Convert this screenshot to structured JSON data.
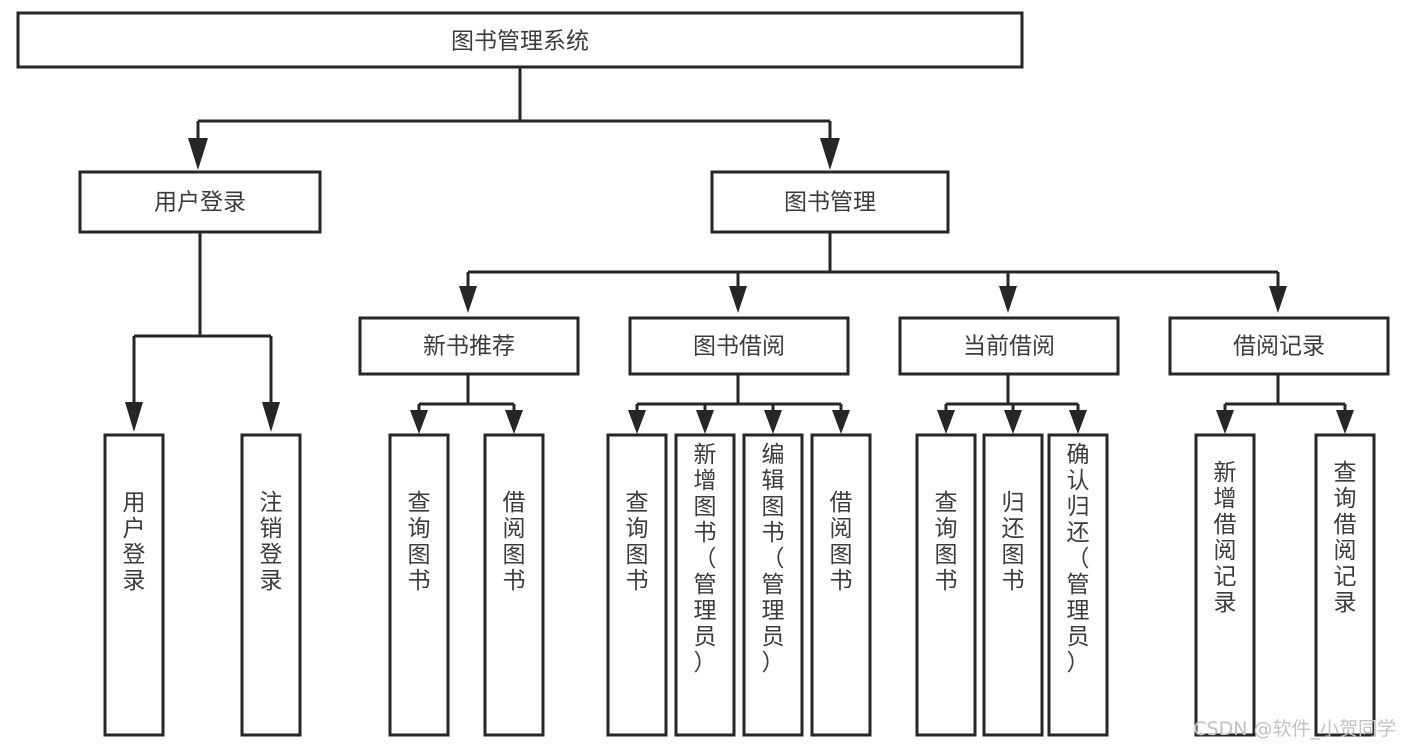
{
  "diagram": {
    "type": "tree-hierarchy",
    "title": "图书管理系统",
    "orientation": "top-down",
    "watermark": "CSDN @软件_小贺同学",
    "colors": {
      "stroke": "#262626",
      "box_fill": "#ffffff",
      "text": "#3c3c3c",
      "background": "#ffffff",
      "watermark": "#c2c2c2"
    },
    "root": {
      "id": "root",
      "label": "图书管理系统",
      "orientation": "horizontal"
    },
    "level2": [
      {
        "id": "user-login",
        "label": "用户登录",
        "orientation": "horizontal"
      },
      {
        "id": "book-manage",
        "label": "图书管理",
        "orientation": "horizontal"
      }
    ],
    "level3": [
      {
        "id": "new-book-recommend",
        "label": "新书推荐",
        "orientation": "horizontal",
        "parent": "book-manage"
      },
      {
        "id": "book-borrow",
        "label": "图书借阅",
        "orientation": "horizontal",
        "parent": "book-manage"
      },
      {
        "id": "current-borrow",
        "label": "当前借阅",
        "orientation": "horizontal",
        "parent": "book-manage"
      },
      {
        "id": "borrow-record",
        "label": "借阅记录",
        "orientation": "horizontal",
        "parent": "book-manage"
      }
    ],
    "leaves": [
      {
        "id": "leaf-user-login",
        "label": "用户登录",
        "orientation": "vertical",
        "parent": "user-login"
      },
      {
        "id": "leaf-logout",
        "label": "注销登录",
        "orientation": "vertical",
        "parent": "user-login"
      },
      {
        "id": "leaf-query-book-1",
        "label": "查询图书",
        "orientation": "vertical",
        "parent": "new-book-recommend"
      },
      {
        "id": "leaf-borrow-book-1",
        "label": "借阅图书",
        "orientation": "vertical",
        "parent": "new-book-recommend"
      },
      {
        "id": "leaf-query-book-2",
        "label": "查询图书",
        "orientation": "vertical",
        "parent": "book-borrow"
      },
      {
        "id": "leaf-add-book",
        "label": "新增图书（管理员）",
        "orientation": "vertical",
        "parent": "book-borrow"
      },
      {
        "id": "leaf-edit-book",
        "label": "编辑图书（管理员）",
        "orientation": "vertical",
        "parent": "book-borrow"
      },
      {
        "id": "leaf-borrow-book-2",
        "label": "借阅图书",
        "orientation": "vertical",
        "parent": "book-borrow"
      },
      {
        "id": "leaf-query-book-3",
        "label": "查询图书",
        "orientation": "vertical",
        "parent": "current-borrow"
      },
      {
        "id": "leaf-return-book",
        "label": "归还图书",
        "orientation": "vertical",
        "parent": "current-borrow"
      },
      {
        "id": "leaf-confirm-return",
        "label": "确认归还（管理员）",
        "orientation": "vertical",
        "parent": "current-borrow"
      },
      {
        "id": "leaf-add-record",
        "label": "新增借阅记录",
        "orientation": "vertical",
        "parent": "borrow-record"
      },
      {
        "id": "leaf-query-record",
        "label": "查询借阅记录",
        "orientation": "vertical",
        "parent": "borrow-record"
      }
    ]
  }
}
